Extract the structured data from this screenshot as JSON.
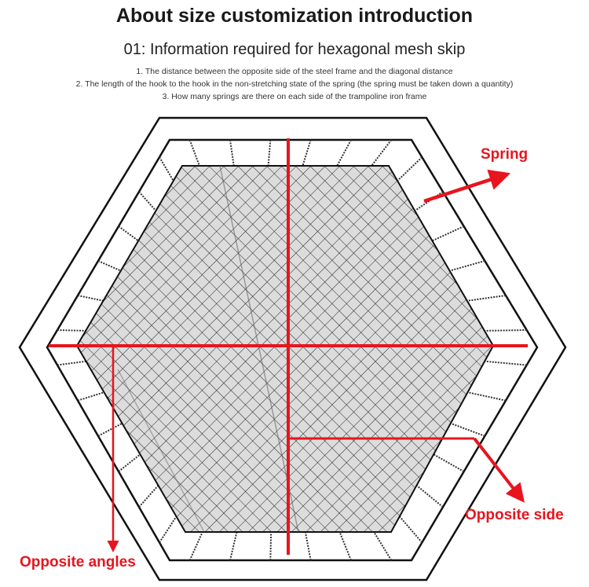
{
  "header": {
    "title": "About size customization introduction",
    "subtitle": "01: Information required for hexagonal mesh skip"
  },
  "notes": [
    "1. The distance between the opposite side of the steel frame and the diagonal distance",
    "2. The length of the hook to the hook in the non-stretching state of the spring (the spring must be taken down a quantity)",
    "3. How many springs are there on each side of the trampoline iron frame"
  ],
  "callouts": {
    "spring": "Spring",
    "opposite_side": "Opposite side",
    "opposite_angles": "Opposite angles"
  },
  "colors": {
    "accent": "#e8141e",
    "frame": "#111111",
    "mesh": "#222222"
  }
}
